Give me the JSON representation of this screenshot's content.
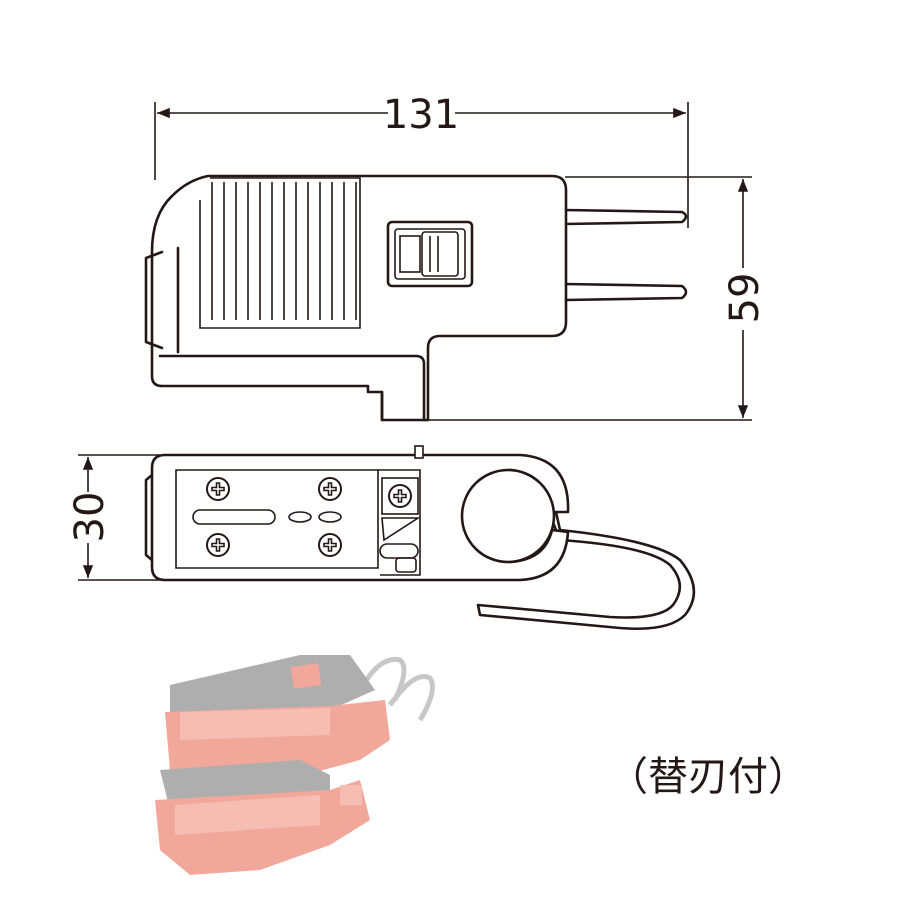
{
  "dimensions": {
    "width": "131",
    "height": "59",
    "depth": "30"
  },
  "caption": "（替刃付）",
  "colors": {
    "line": "#231815",
    "photo_red": "#f0806a",
    "photo_dark": "#8a8a8a"
  },
  "icons": [
    "phillips-screw-icon",
    "arrow-head-icon"
  ]
}
